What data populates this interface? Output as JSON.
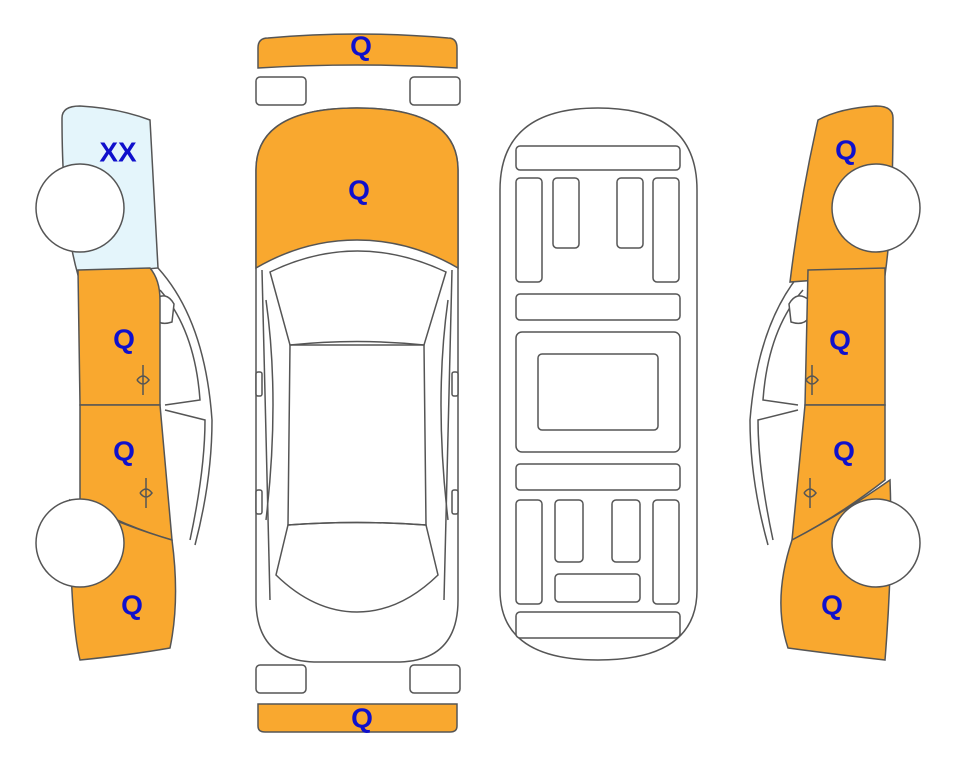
{
  "colors": {
    "damage": "#f9a82f",
    "windshield_light": "#e4f5fb",
    "outline": "#555555",
    "label": "#1010cc"
  },
  "panels": {
    "front_bumper": {
      "code": "Q"
    },
    "hood": {
      "code": "Q"
    },
    "rear_bumper": {
      "code": "Q"
    },
    "left_front_fender": {
      "code": "XX"
    },
    "left_front_door": {
      "code": "Q"
    },
    "left_rear_door": {
      "code": "Q"
    },
    "left_rear_quarter": {
      "code": "Q"
    },
    "right_front_fender": {
      "code": "Q"
    },
    "right_front_door": {
      "code": "Q"
    },
    "right_rear_door": {
      "code": "Q"
    },
    "right_rear_quarter": {
      "code": "Q"
    }
  }
}
